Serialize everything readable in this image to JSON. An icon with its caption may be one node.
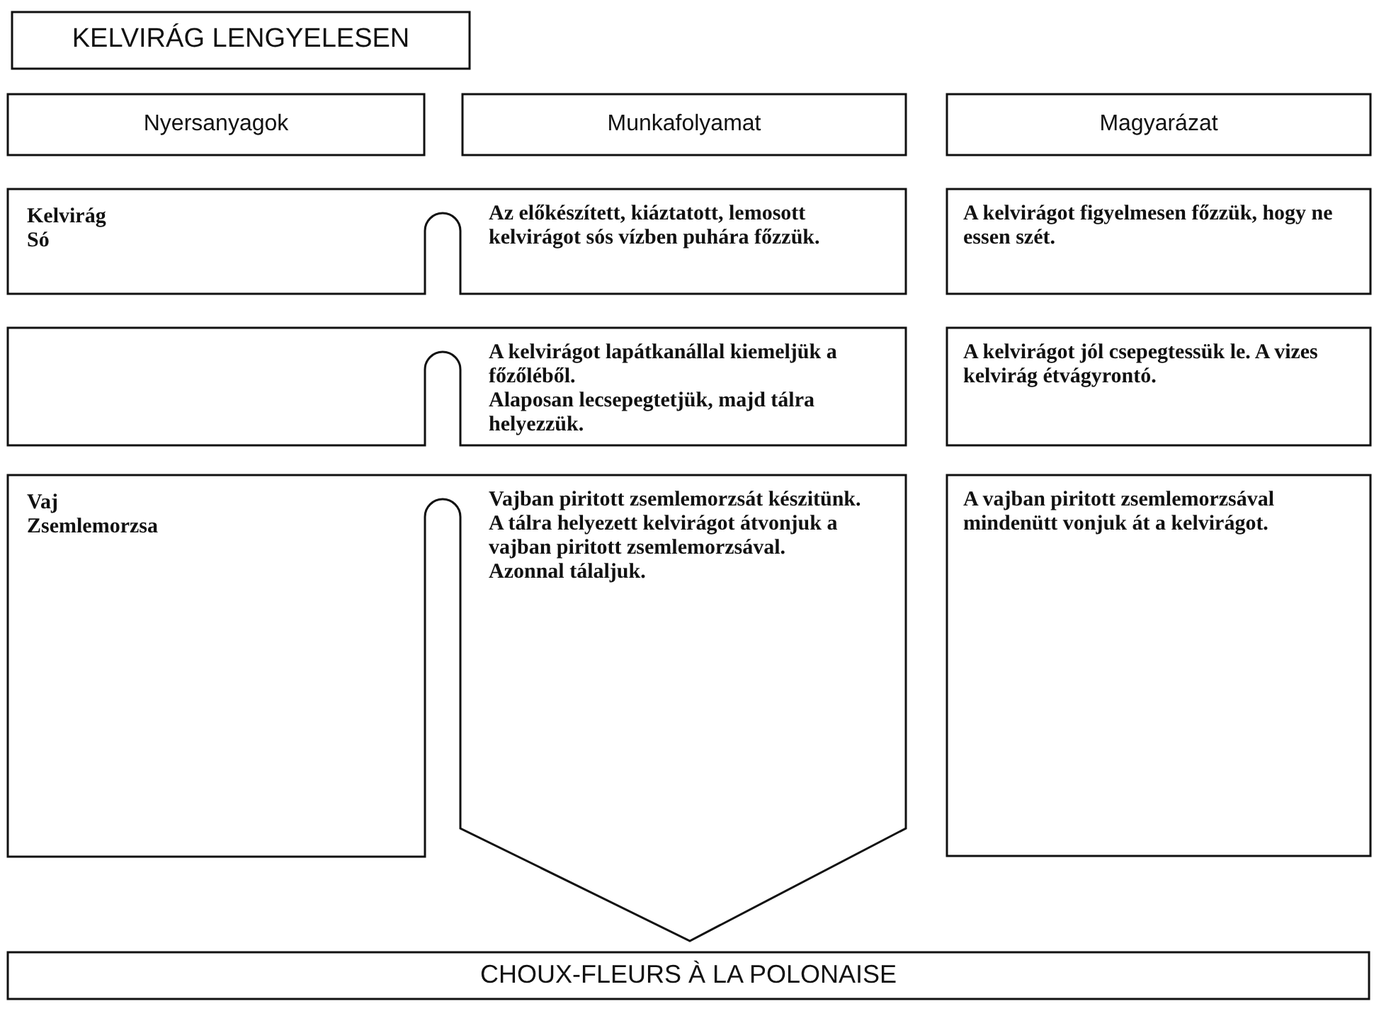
{
  "diagram": {
    "nodes": [
      {
        "text": [
          "KELVIRÁG LENGYELESEN"
        ]
      },
      {
        "text": [
          "Nyersanyagok"
        ]
      },
      {
        "text": [
          "Munkafolyamat"
        ]
      },
      {
        "text": [
          "Magyarázat"
        ]
      },
      {
        "text": [
          "Kelvirág",
          "Só",
          "Az előkészített, kiáztatott, lemosott kelvirágot sós vízben puhára főzzük."
        ]
      },
      {
        "text": [
          "A kelvirágot figyelmesen főzzük, hogy ne essen szét."
        ]
      },
      {
        "text": [
          "A kelvirágot lapátkanállal kiemeljük a főzőléből.",
          "Alaposan lecsepegtetjük, majd tálra helyezzük."
        ]
      },
      {
        "text": [
          "A kelvirágot jól csepegtessük le. A vizes kelvirág étvágyrontó."
        ]
      },
      {
        "text": [
          "Vaj",
          "Zsemlemorzsa",
          "Vajban piritott zsemlemorzsát készitünk.",
          "A tálra helyezett kelvirágot átvonjuk a vajban piritott zsemlemorzsával.",
          "Azonnal tálaljuk."
        ]
      },
      {
        "text": [
          "A vajban piritott zsemlemorzsával mindenütt vonjuk át a kelvirágot."
        ]
      },
      {
        "text": [
          "CHOUX-FLEURS À LA POLONAISE"
        ]
      }
    ]
  }
}
